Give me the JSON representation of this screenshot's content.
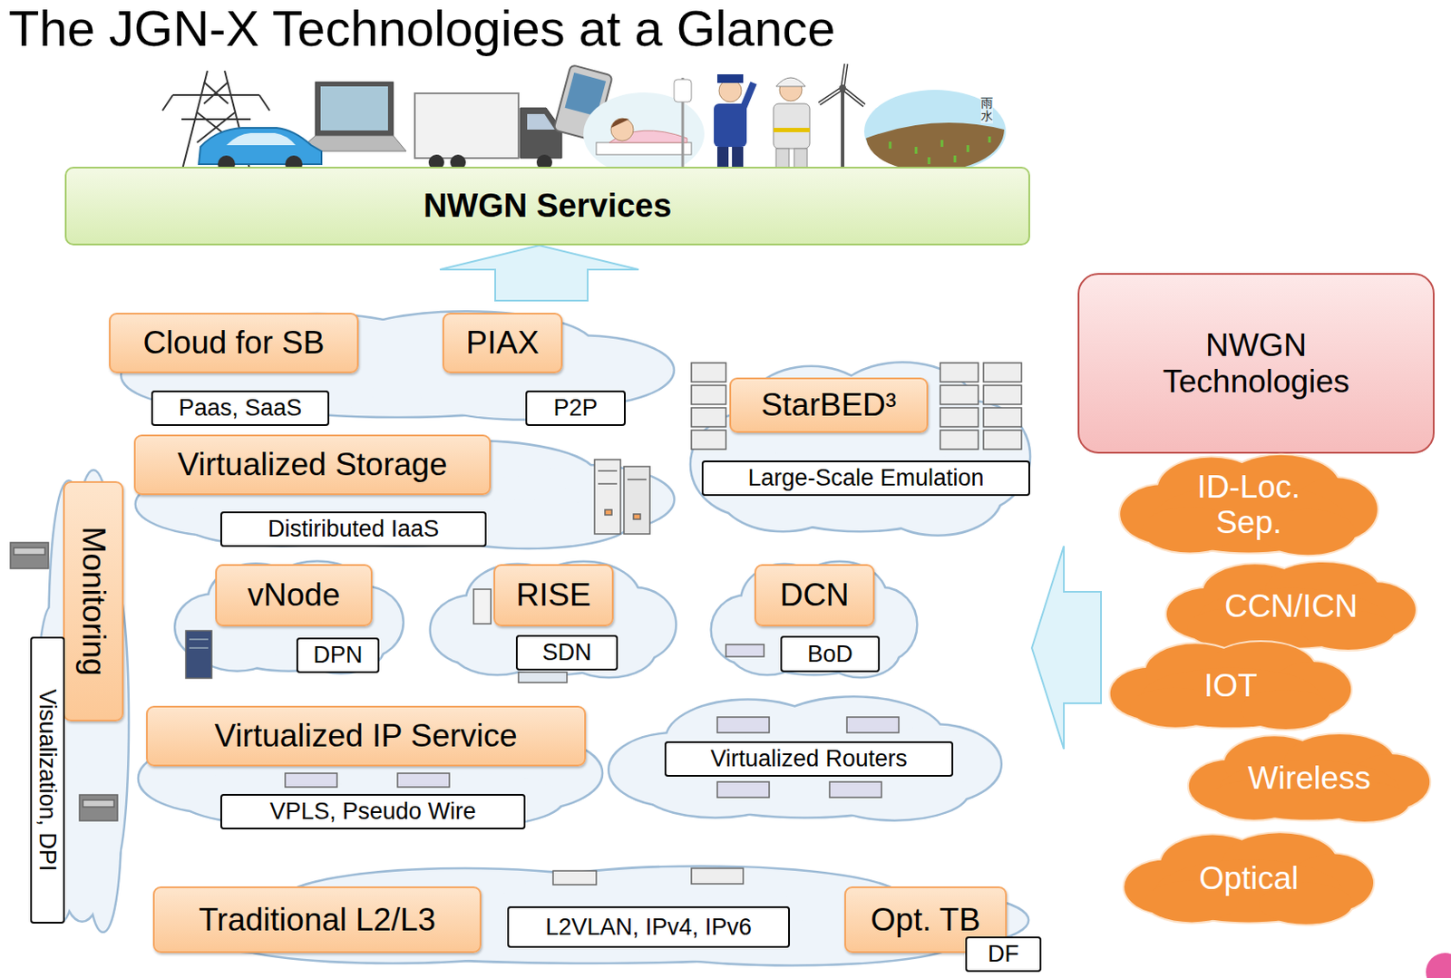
{
  "diagram": {
    "title": "The JGN-X Technologies at a Glance",
    "nodes": [
      {
        "text": [
          "NWGN Services"
        ]
      },
      {
        "text": [
          "Cloud for SB"
        ]
      },
      {
        "text": [
          "PIAX"
        ]
      },
      {
        "text": [
          "NWGN Technologies"
        ]
      },
      {
        "text": [
          "Paas, SaaS"
        ]
      },
      {
        "text": [
          "P2P"
        ]
      },
      {
        "text": [
          "StarBED³"
        ]
      },
      {
        "text": [
          "Virtualized Storage"
        ]
      },
      {
        "text": [
          "Large-Scale Emulation"
        ]
      },
      {
        "text": [
          "Monitoring"
        ]
      },
      {
        "text": [
          "Distiributed IaaS"
        ]
      },
      {
        "text": [
          "ID-Loc. Sep."
        ]
      },
      {
        "text": [
          "vNode"
        ]
      },
      {
        "text": [
          "RISE"
        ]
      },
      {
        "text": [
          "DCN"
        ]
      },
      {
        "text": [
          "CCN/ICN"
        ]
      },
      {
        "text": [
          "DPN"
        ]
      },
      {
        "text": [
          "SDN"
        ]
      },
      {
        "text": [
          "BoD"
        ]
      },
      {
        "text": [
          "Visualization, DPI"
        ]
      },
      {
        "text": [
          "IOT"
        ]
      },
      {
        "text": [
          "Virtualized IP Service"
        ]
      },
      {
        "text": [
          "Virtualized Routers"
        ]
      },
      {
        "text": [
          "Wireless"
        ]
      },
      {
        "text": [
          "VPLS, Pseudo Wire"
        ]
      },
      {
        "text": [
          "Optical"
        ]
      },
      {
        "text": [
          "Traditional L2/L3"
        ]
      },
      {
        "text": [
          "L2VLAN, IPv4, IPv6"
        ]
      },
      {
        "text": [
          "Opt. TB"
        ]
      },
      {
        "text": [
          "DF"
        ]
      }
    ],
    "labels": [
      "雨水"
    ]
  }
}
